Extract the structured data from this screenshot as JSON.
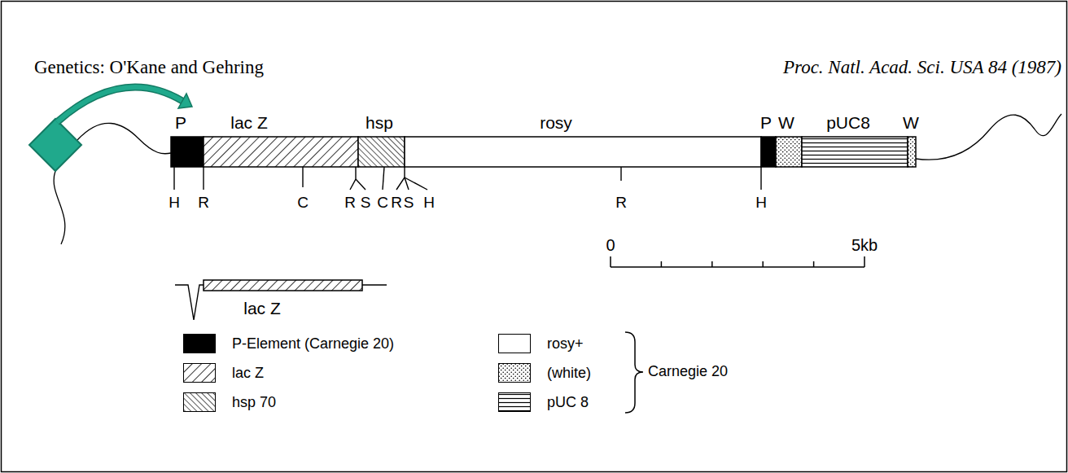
{
  "diagram": {
    "nodes": [
      {
        "text": [
          "P"
        ]
      },
      {
        "text": [
          "lac Z"
        ]
      },
      {
        "text": [
          "hsp"
        ]
      },
      {
        "text": [
          "rosy"
        ]
      },
      {
        "text": [
          "P"
        ]
      },
      {
        "text": [
          "W"
        ]
      },
      {
        "text": [
          "pUC8"
        ]
      },
      {
        "text": [
          "W"
        ]
      },
      {
        "text": [
          "lac Z"
        ]
      }
    ],
    "labels": [
      "Genetics: O'Kane and Gehring",
      "Proc. Natl. Acad. Sci. USA 84 (1987)",
      "H",
      "R",
      "C",
      "R",
      "S",
      "C",
      "R",
      "S",
      "H",
      "R",
      "H",
      "0",
      "5kb",
      "Carnegie 20"
    ],
    "legend": [
      {
        "text": "P-Element (Carnegie 20)",
        "color": "#000000"
      },
      {
        "text": "lac Z"
      },
      {
        "text": "hsp 70"
      },
      {
        "text": "rosy+",
        "color": "#ffffff"
      },
      {
        "text": "(white)"
      },
      {
        "text": "pUC 8"
      }
    ]
  }
}
